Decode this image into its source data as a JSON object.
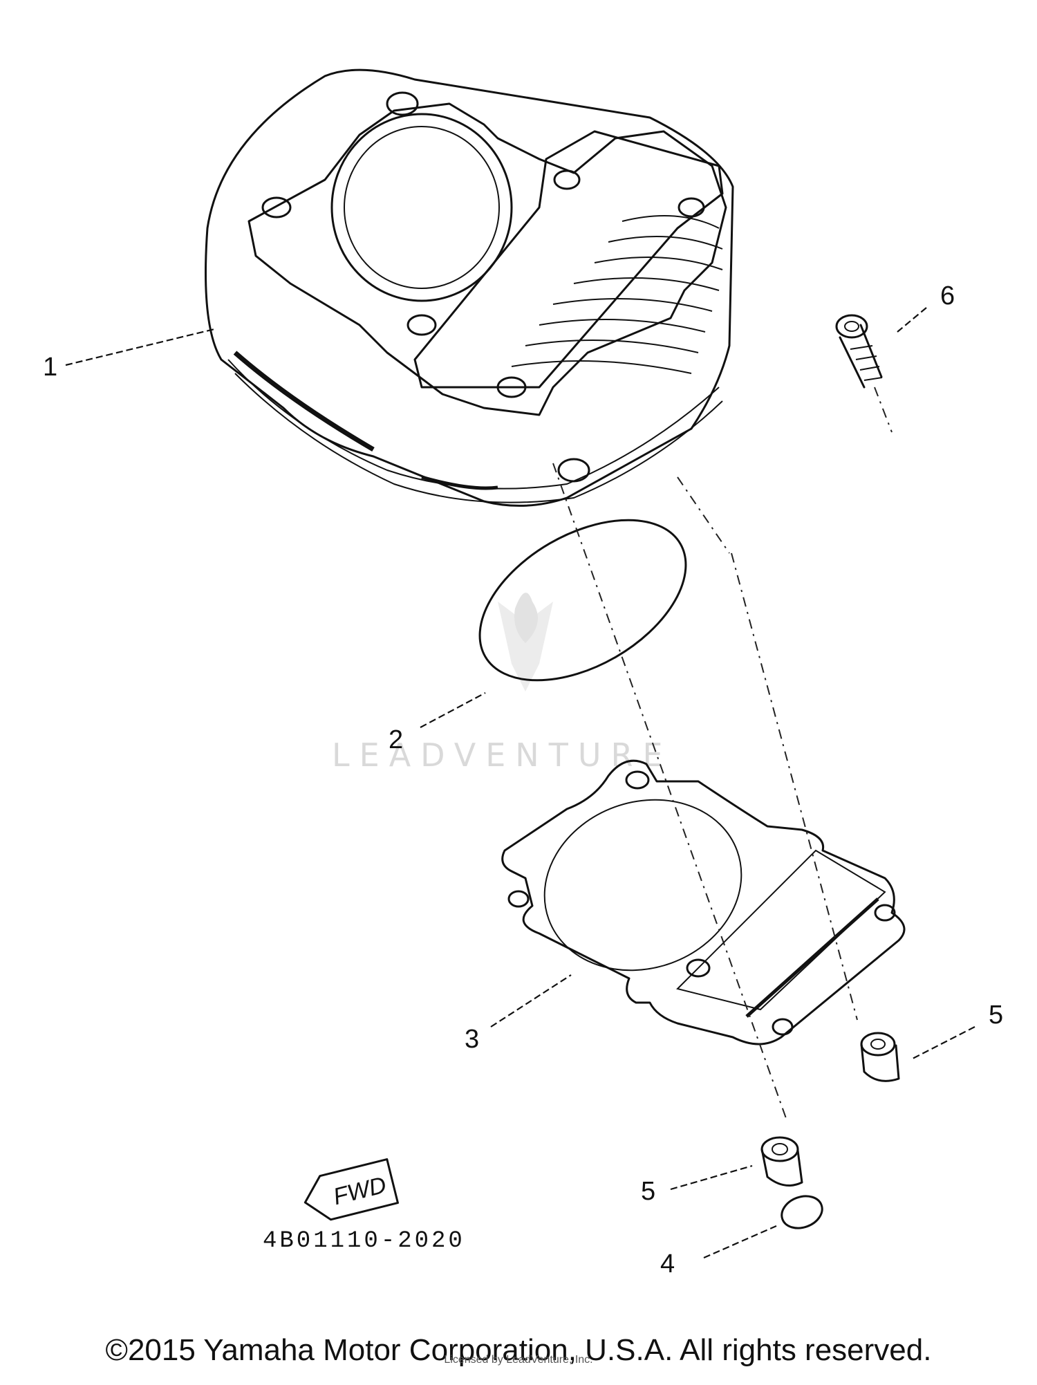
{
  "diagram": {
    "callouts": [
      {
        "id": "1",
        "label": "1"
      },
      {
        "id": "2",
        "label": "2"
      },
      {
        "id": "3",
        "label": "3"
      },
      {
        "id": "4",
        "label": "4"
      },
      {
        "id": "5a",
        "label": "5"
      },
      {
        "id": "5b",
        "label": "5"
      },
      {
        "id": "6",
        "label": "6"
      }
    ],
    "part_number": "4B01110-2020",
    "fwd_label": "FWD",
    "watermark": "LEADVENTURE"
  },
  "footer": {
    "copyright": "©2015 Yamaha Motor Corporation, U.S.A. All rights reserved.",
    "licensed": "Licensed by LeadVenture, Inc."
  }
}
